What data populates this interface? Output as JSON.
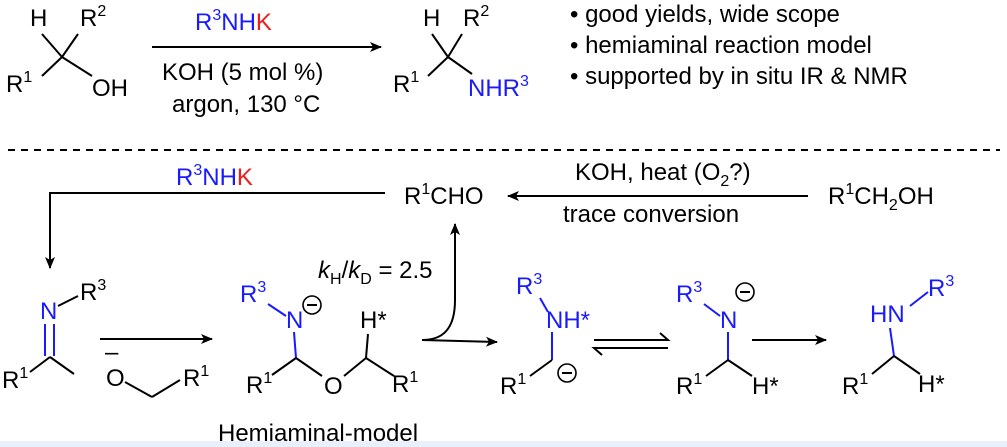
{
  "top": {
    "sm_H": "H",
    "sm_R2": "R",
    "sm_R2_sup": "2",
    "sm_R1": "R",
    "sm_R1_sup": "1",
    "sm_OH": "OH",
    "reagent_R": "R",
    "reagent_R_sup": "3",
    "reagent_NH": "NH",
    "reagent_K": "K",
    "cond1": "KOH (5 mol %)",
    "cond2": "argon, 130 °C",
    "prod_H": "H",
    "prod_R2": "R",
    "prod_R2_sup": "2",
    "prod_R1": "R",
    "prod_R1_sup": "1",
    "prod_NHR": "NHR",
    "prod_NHR_sup": "3",
    "bullets": [
      "• good yields, wide scope",
      "• hemiaminal reaction model",
      "• supported by in situ IR & NMR"
    ]
  },
  "bottom": {
    "reagent_R": "R",
    "reagent_R_sup": "3",
    "reagent_NH": "NH",
    "reagent_K": "K",
    "aldehyde_R": "R",
    "aldehyde_sup": "1",
    "aldehyde_CHO": "CHO",
    "oxid_cond1_a": "KOH, heat (O",
    "oxid_cond1_sub": "2",
    "oxid_cond1_b": "?)",
    "oxid_cond2": "trace conversion",
    "alcohol_R": "R",
    "alcohol_sup": "1",
    "alcohol_CH": "CH",
    "alcohol_sub": "2",
    "alcohol_OH": "OH",
    "kie_k": "k",
    "kie_H": "H",
    "kie_slash": "/",
    "kie_k2": "k",
    "kie_D": "D",
    "kie_value": " = 2.5",
    "imine_N": "N",
    "imine_R": "R",
    "imine_sup": "3",
    "imine_R1": "R",
    "imine_R1_sup": "1",
    "alkoxide_O": "O",
    "alkoxide_minus": "–",
    "alkoxide_R": "R",
    "alkoxide_sup": "1",
    "hemi_R": "R",
    "hemi_R_sup": "3",
    "hemi_N": "N",
    "hemi_R1a": "R",
    "hemi_R1a_sup": "1",
    "hemi_O": "O",
    "hemi_H": "H*",
    "hemi_R1b": "R",
    "hemi_R1b_sup": "1",
    "hemi_label": "Hemiaminal-model",
    "carb_R": "R",
    "carb_R_sup": "3",
    "carb_NH": "NH*",
    "carb_R1": "R",
    "carb_R1_sup": "1",
    "amide_R": "R",
    "amide_R_sup": "3",
    "amide_N": "N",
    "amide_R1": "R",
    "amide_R1_sup": "1",
    "amide_H": "H*",
    "final_HN": "HN",
    "final_R": "R",
    "final_R_sup": "3",
    "final_R1": "R",
    "final_R1_sup": "1",
    "final_H": "H*",
    "charge": "−"
  }
}
